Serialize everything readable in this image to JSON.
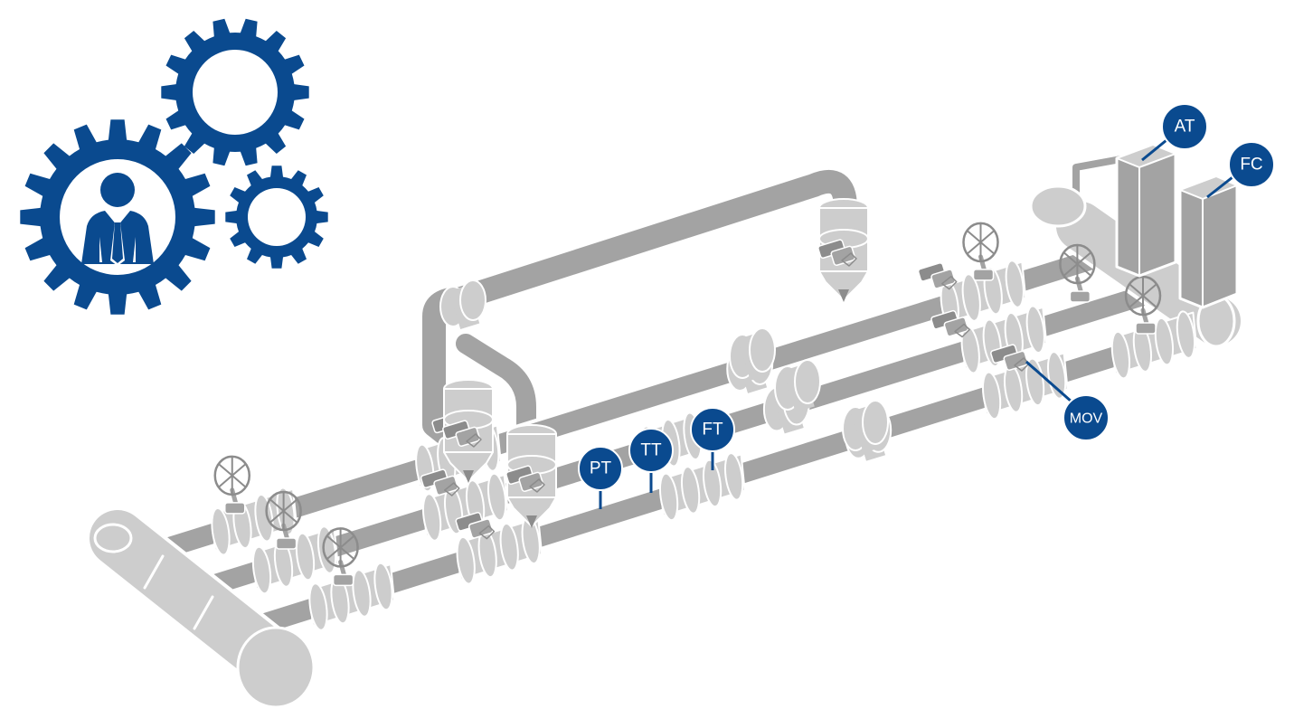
{
  "colors": {
    "brand_blue": "#0a4a8f",
    "pipe_dark": "#a3a3a3",
    "pipe_light": "#cdcdcd",
    "outline": "#ffffff",
    "background": "#ffffff"
  },
  "icons": [
    "gear-icon",
    "businessman-icon",
    "handwheel-icon",
    "valve-icon"
  ],
  "instrument_tags": {
    "pt": "PT",
    "tt": "TT",
    "ft": "FT",
    "mov": "MOV",
    "at": "AT",
    "fc": "FC"
  }
}
